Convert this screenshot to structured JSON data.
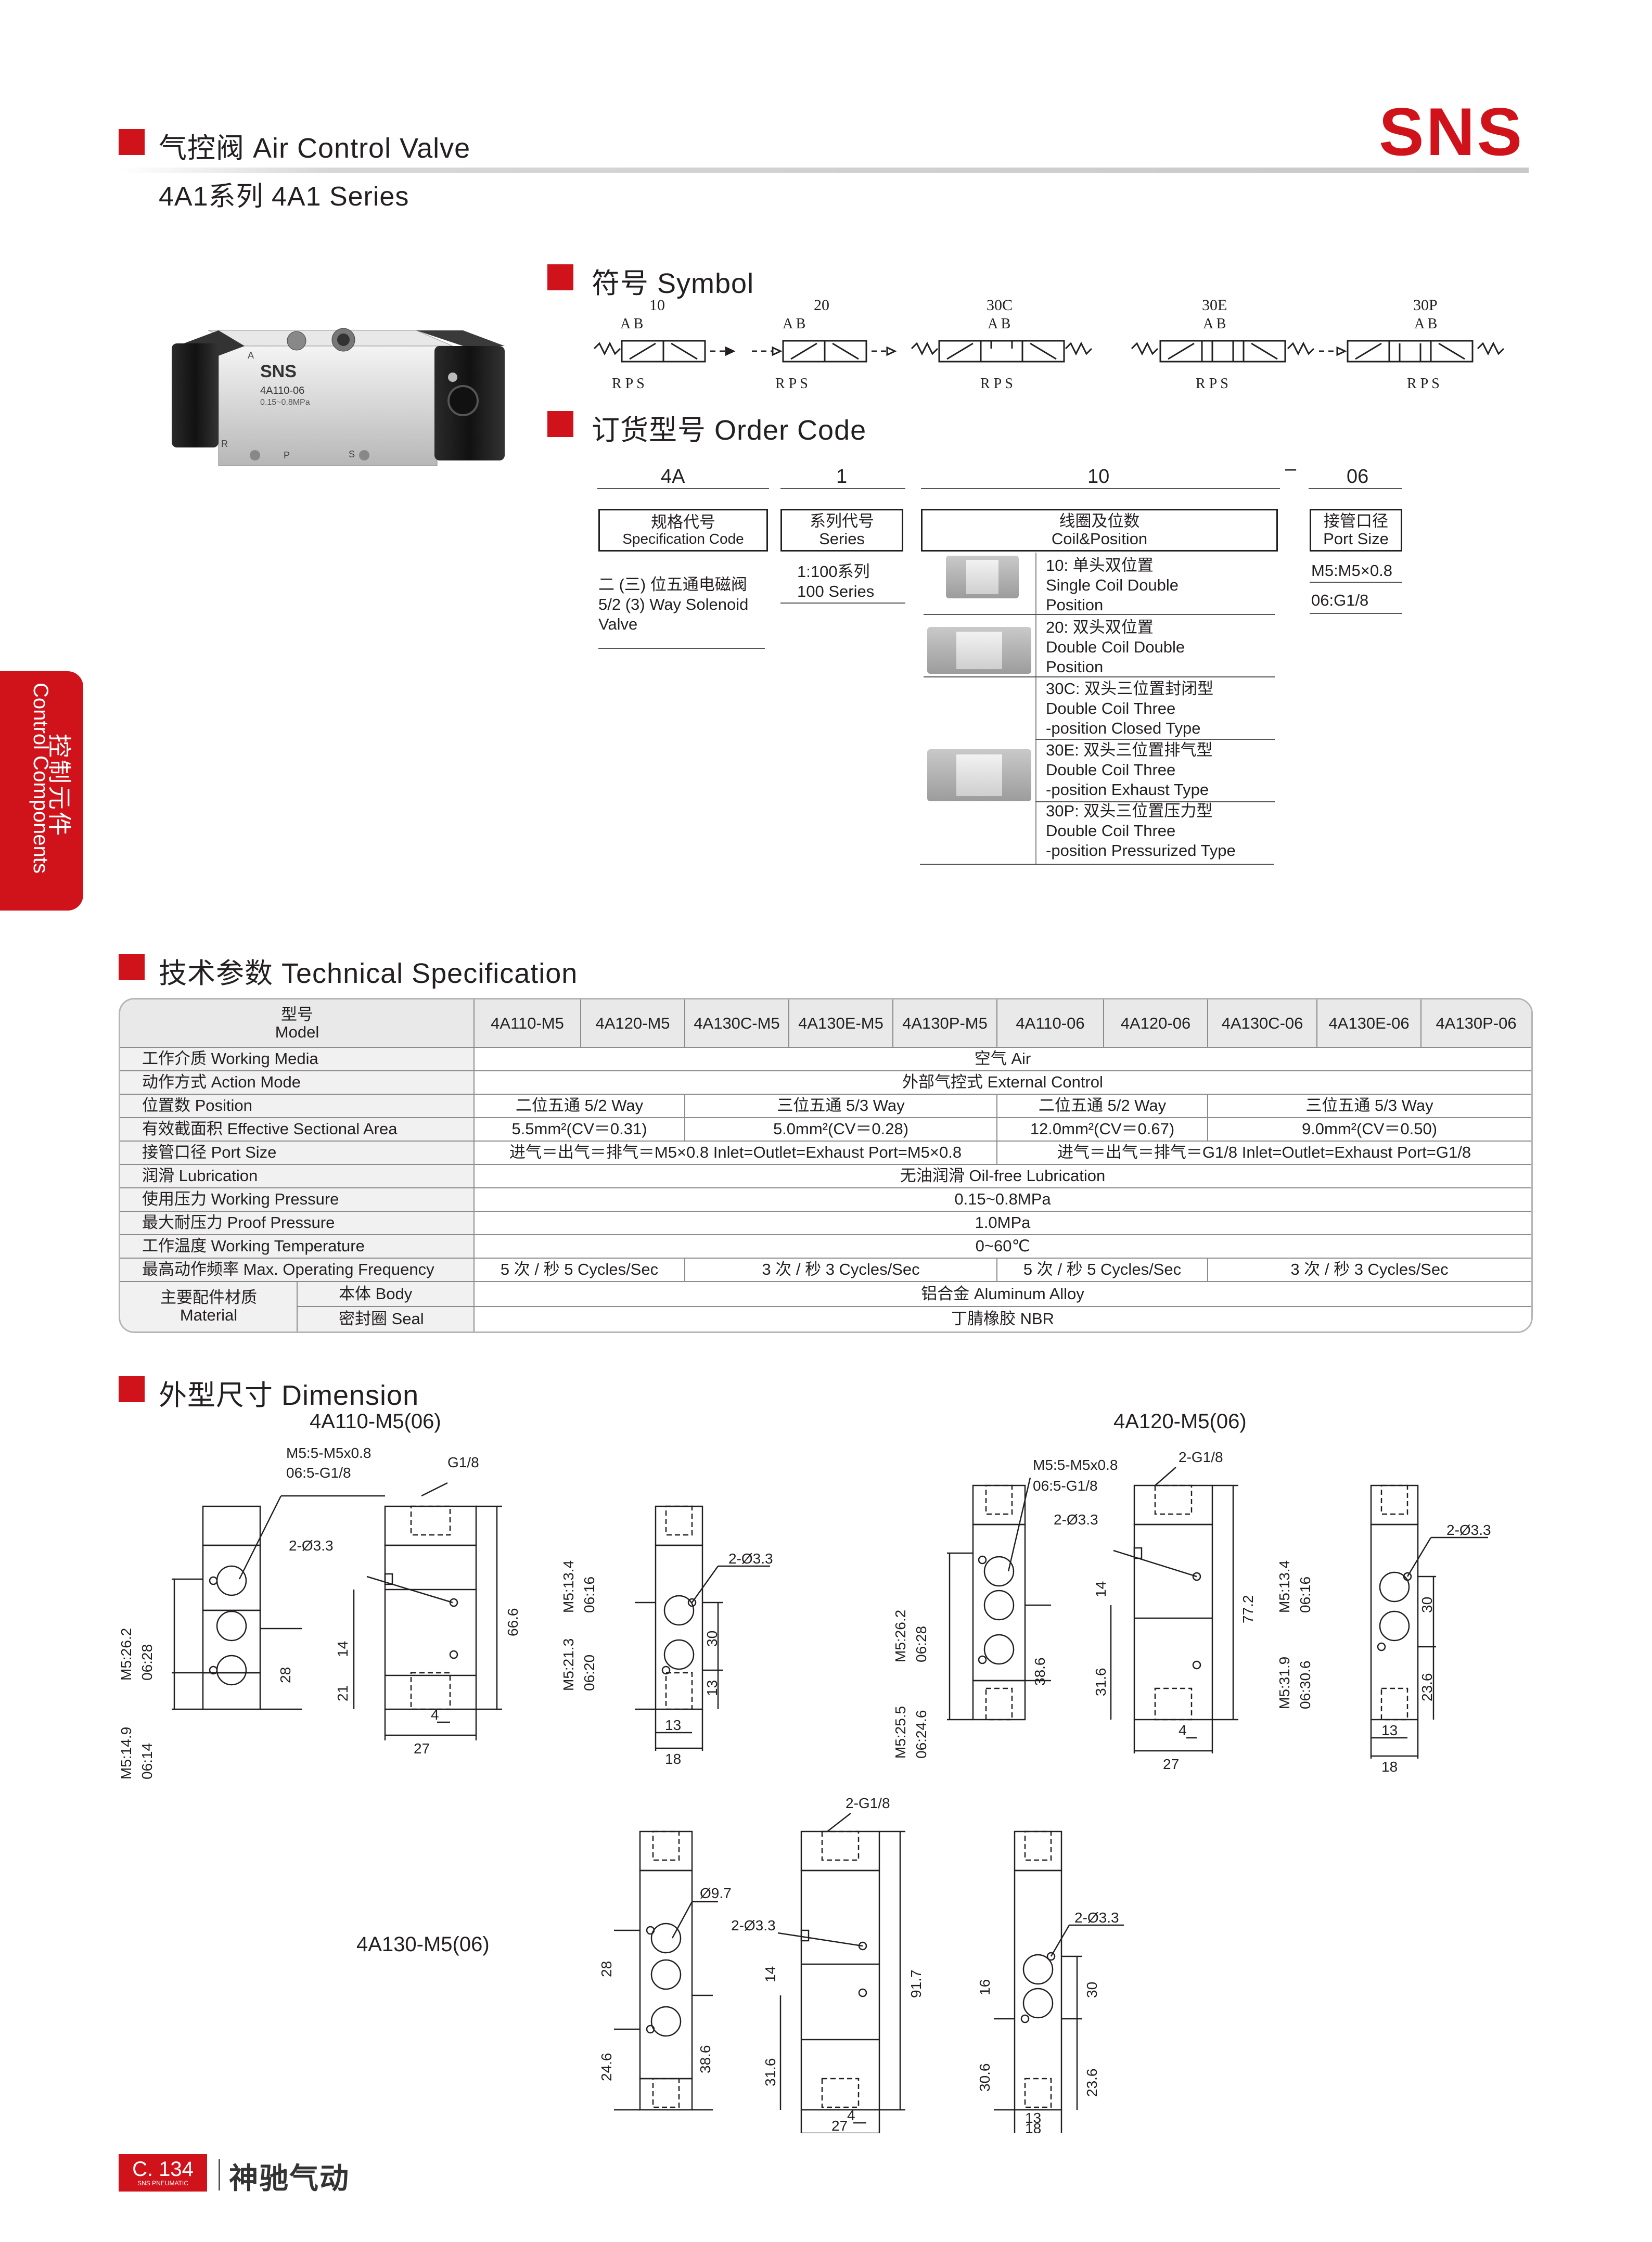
{
  "header": {
    "section_title": "气控阀 Air Control Valve",
    "series_title": "4A1系列 4A1 Series",
    "brand": "SNS"
  },
  "product_photo": {
    "brand": "SNS",
    "model": "4A110-06",
    "pressure": "0.15~0.8MPa",
    "port_a": "A",
    "port_r": "R",
    "port_p": "P",
    "port_s": "S"
  },
  "symbol": {
    "title": "符号 Symbol",
    "items": [
      {
        "code": "10",
        "top": "A B",
        "bottom": "R P S"
      },
      {
        "code": "20",
        "top": "A B",
        "bottom": "R P S"
      },
      {
        "code": "30C",
        "top": "A B",
        "bottom": "R P S"
      },
      {
        "code": "30E",
        "top": "A B",
        "bottom": "R P S"
      },
      {
        "code": "30P",
        "top": "A B",
        "bottom": "R P S"
      }
    ]
  },
  "order_code": {
    "title": "订货型号 Order Code",
    "codes": [
      "4A",
      "1",
      "10",
      "–",
      "06"
    ],
    "boxes": [
      {
        "cn": "规格代号",
        "en": "Specification Code"
      },
      {
        "cn": "系列代号",
        "en": "Series"
      },
      {
        "cn": "线圈及位数",
        "en": "Coil&Position"
      },
      {
        "cn": "接管口径",
        "en": "Port Size"
      }
    ],
    "spec_desc": [
      "二 (三) 位五通电磁阀",
      "5/2 (3) Way Solenoid",
      "Valve"
    ],
    "series_desc": [
      "1:100系列",
      "100 Series"
    ],
    "coil_options": [
      [
        "10: 单头双位置",
        "Single Coil Double",
        "Position"
      ],
      [
        "20: 双头双位置",
        "Double Coil Double",
        "Position"
      ],
      [
        "30C: 双头三位置封闭型",
        "Double Coil Three",
        "-position Closed Type"
      ],
      [
        "30E: 双头三位置排气型",
        "Double Coil Three",
        "-position Exhaust Type"
      ],
      [
        "30P: 双头三位置压力型",
        "Double Coil Three",
        "-position Pressurized Type"
      ]
    ],
    "port_options": [
      "M5:M5×0.8",
      "06:G1/8"
    ]
  },
  "side_tab": {
    "cn": "控制元件",
    "en": "Control Components"
  },
  "tech": {
    "title": "技术参数 Technical Specification",
    "model_label_cn": "型号",
    "model_label_en": "Model",
    "models": [
      "4A110-M5",
      "4A120-M5",
      "4A130C-M5",
      "4A130E-M5",
      "4A130P-M5",
      "4A110-06",
      "4A120-06",
      "4A130C-06",
      "4A130E-06",
      "4A130P-06"
    ],
    "rows": [
      {
        "label": "工作介质 Working Media",
        "cells": [
          "空气 Air"
        ]
      },
      {
        "label": "动作方式 Action Mode",
        "cells": [
          "外部气控式 External Control"
        ]
      },
      {
        "label": "位置数 Position",
        "cells": [
          "二位五通 5/2 Way",
          "三位五通 5/3 Way",
          "二位五通 5/2 Way",
          "三位五通 5/3 Way"
        ]
      },
      {
        "label": "有效截面积 Effective Sectional Area",
        "cells": [
          "5.5mm²(CV＝0.31)",
          "5.0mm²(CV＝0.28)",
          "12.0mm²(CV＝0.67)",
          "9.0mm²(CV＝0.50)"
        ]
      },
      {
        "label": "接管口径 Port Size",
        "cells": [
          "进气＝出气＝排气＝M5×0.8 Inlet=Outlet=Exhaust Port=M5×0.8",
          "进气＝出气＝排气＝G1/8 Inlet=Outlet=Exhaust Port=G1/8"
        ]
      },
      {
        "label": "润滑 Lubrication",
        "cells": [
          "无油润滑 Oil-free Lubrication"
        ]
      },
      {
        "label": "使用压力 Working Pressure",
        "cells": [
          "0.15~0.8MPa"
        ]
      },
      {
        "label": "最大耐压力 Proof Pressure",
        "cells": [
          "1.0MPa"
        ]
      },
      {
        "label": "工作温度 Working Temperature",
        "cells": [
          "0~60℃"
        ]
      },
      {
        "label": "最高动作频率 Max. Operating Frequency",
        "cells": [
          "5 次 / 秒 5 Cycles/Sec",
          "3 次 / 秒 3 Cycles/Sec",
          "5 次 / 秒 5 Cycles/Sec",
          "3 次 / 秒 3 Cycles/Sec"
        ]
      }
    ],
    "material_cn": "主要配件材质",
    "material_en": "Material",
    "body_label": "本体 Body",
    "body_value": "铝合金 Aluminum Alloy",
    "seal_label": "密封圈 Seal",
    "seal_value": "丁腈橡胶 NBR"
  },
  "dimension": {
    "title": "外型尺寸 Dimension",
    "a110": {
      "title": "4A110-M5(06)",
      "labels": [
        "M5:5-M5x0.8",
        "06:5-G1/8",
        "G1/8",
        "2-Ø3.3",
        "2-Ø3.3",
        "M5:26.2",
        "06:28",
        "M5:14.9",
        "06:14",
        "28",
        "14",
        "21",
        "66.6",
        "4",
        "27",
        "M5:13.4",
        "06:16",
        "M5:21.3",
        "06:20",
        "30",
        "13",
        "13",
        "18"
      ]
    },
    "a120": {
      "title": "4A120-M5(06)",
      "labels": [
        "M5:5-M5x0.8",
        "06:5-G1/8",
        "2-G1/8",
        "2-Ø3.3",
        "2-Ø3.3",
        "M5:26.2",
        "06:28",
        "M5:25.5",
        "06:24.6",
        "38.6",
        "14",
        "31.6",
        "77.2",
        "4",
        "27",
        "M5:13.4",
        "06:16",
        "M5:31.9",
        "06:30.6",
        "30",
        "23.6",
        "13",
        "18"
      ]
    },
    "a130": {
      "title": "4A130-M5(06)",
      "labels": [
        "Ø9.7",
        "2-G1/8",
        "2-Ø3.3",
        "2-Ø3.3",
        "28",
        "24.6",
        "38.6",
        "14",
        "31.6",
        "91.7",
        "4",
        "27",
        "16",
        "30.6",
        "30",
        "23.6",
        "13",
        "18"
      ]
    }
  },
  "footer": {
    "page": "C. 134",
    "sub": "SNS PNEUMATIC",
    "company": "神驰气动"
  }
}
